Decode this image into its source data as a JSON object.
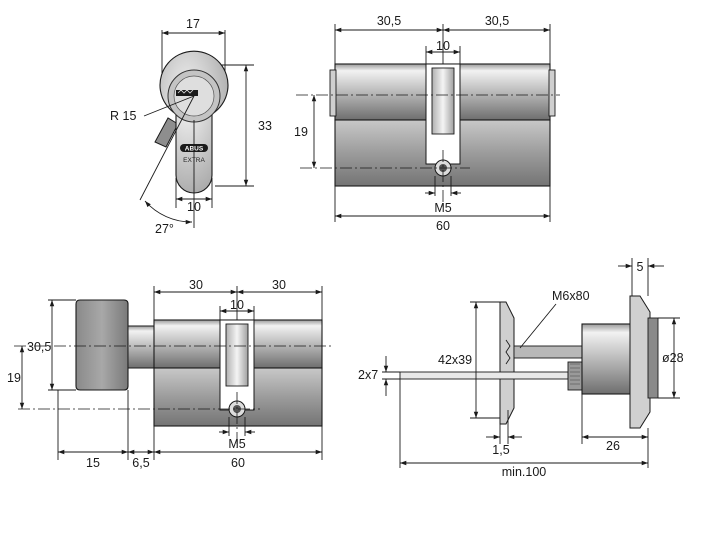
{
  "views": {
    "front": {
      "dims": {
        "width_top": "17",
        "height": "33",
        "radius": "R 15",
        "bottom": "10",
        "angle": "27°"
      },
      "brand": "ABUS",
      "model": "EXTRA"
    },
    "side_double": {
      "dims": {
        "left": "30,5",
        "right": "30,5",
        "cam": "10",
        "center": "19",
        "screw": "M5",
        "total": "60"
      }
    },
    "side_knob": {
      "dims": {
        "left": "30",
        "right": "30",
        "cam": "10",
        "height": "30,5",
        "center": "19",
        "screw": "M5",
        "knob": "15",
        "gap": "6,5",
        "total": "60"
      }
    },
    "installation": {
      "dims": {
        "screw": "M6x80",
        "plate": "42x39",
        "bar": "2x7",
        "top": "5",
        "diameter": "ø28",
        "gap": "1,5",
        "body": "26",
        "min": "min.100"
      }
    }
  },
  "colors": {
    "metal_light": "#e4e4e4",
    "metal_mid": "#b4b4b4",
    "metal_dark": "#7a7a7a",
    "line": "#1a1a1a"
  }
}
